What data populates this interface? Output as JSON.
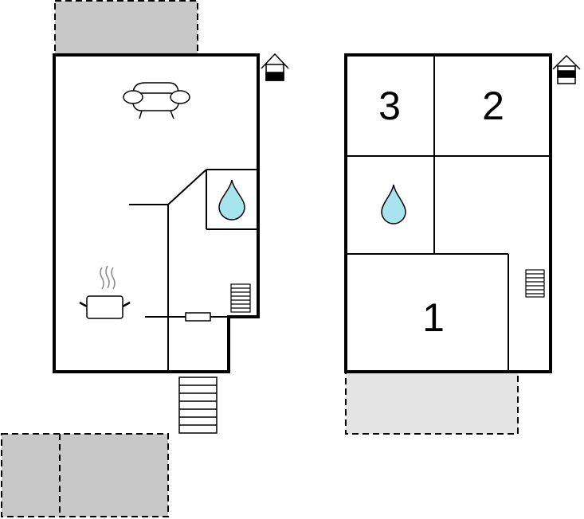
{
  "colors": {
    "wall": "#000000",
    "background": "#ffffff",
    "terrace_dark": "#c8c8c8",
    "terrace_light": "#e4e4e4",
    "water_fill": "#a8e4ee"
  },
  "icons": {
    "sofa": "sofa-icon",
    "kitchen": "cooking-pot-icon",
    "bathroom": "water-drop-icon",
    "floor_indicator": "house-floor-icon",
    "stairs": "stairs-icon",
    "heater": "radiator-icon"
  },
  "floors": [
    {
      "name": "ground-floor",
      "floor_indicator": "lower",
      "rooms": []
    },
    {
      "name": "upper-floor",
      "floor_indicator": "upper",
      "rooms": [
        {
          "label": "3"
        },
        {
          "label": "2"
        },
        {
          "label": "1"
        }
      ]
    }
  ]
}
